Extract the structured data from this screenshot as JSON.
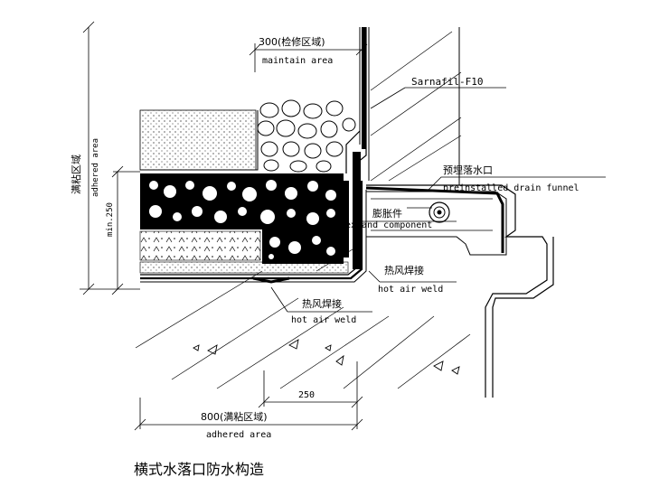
{
  "title": "横式水落口防水构造",
  "labels": {
    "maintain_cn": "300(检修区域)",
    "maintain_en": "maintain area",
    "membrane": "Sarnafil-F10",
    "drain_cn": "预埋落水口",
    "drain_en": "preinstalled drain funnel",
    "expand_cn": "膨胀件",
    "expand_en": "expand component",
    "weld1_cn": "热风焊接",
    "weld1_en": "hot air weld",
    "weld2_cn": "热风焊接",
    "weld2_en": "hot air weld",
    "adhered_cn": "满粘区域",
    "adhered_en": "adhered area",
    "min250": "min.250"
  },
  "dimensions": {
    "dim_250": "250",
    "dim_800_cn": "800(满粘区域)",
    "dim_800_en": "adhered area"
  },
  "colors": {
    "line": "#000000",
    "fill_dark": "#000000",
    "background": "#ffffff"
  }
}
